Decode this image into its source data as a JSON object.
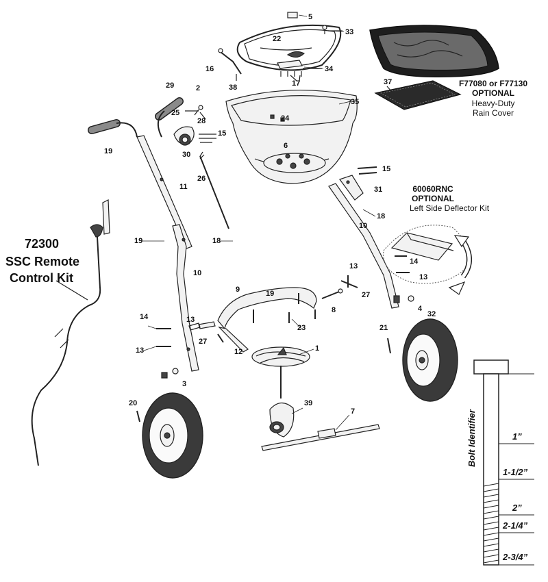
{
  "part_numbers": {
    "p2": "2",
    "p3": "3",
    "p4": "4",
    "p5": "5",
    "p6": "6",
    "p7": "7",
    "p8": "8",
    "p9": "9",
    "p10a": "10",
    "p10b": "10",
    "p11": "11",
    "p12": "12",
    "p13a": "13",
    "p13b": "13",
    "p13c": "13",
    "p13d": "13",
    "p14a": "14",
    "p14b": "14",
    "p15a": "15",
    "p15b": "15",
    "p16": "16",
    "p17": "17",
    "p18a": "18",
    "p18b": "18",
    "p19a": "19",
    "p19b": "19",
    "p19c": "19",
    "p20": "20",
    "p21": "21",
    "p22": "22",
    "p23": "23",
    "p24": "24",
    "p25": "25",
    "p26": "26",
    "p27a": "27",
    "p27b": "27",
    "p28": "28",
    "p29": "29",
    "p30": "30",
    "p31": "31",
    "p32": "32",
    "p33": "33",
    "p34": "34",
    "p35": "35",
    "p37": "37",
    "p38": "38",
    "p39": "39",
    "p1": "1"
  },
  "remote_kit": {
    "number": "72300",
    "line1": "SSC Remote",
    "line2": "Control Kit"
  },
  "rain_cover": {
    "model": "F77080 or F77130",
    "status": "OPTIONAL",
    "line1": "Heavy-Duty",
    "line2": "Rain Cover"
  },
  "deflector_kit": {
    "model": "60060RNC",
    "status": "OPTIONAL",
    "description": "Left Side Deflector Kit"
  },
  "bolt_identifier": {
    "title": "Bolt Identifier",
    "lengths": [
      "1”",
      "1-1/2”",
      "2”",
      "2-1/4”",
      "2-3/4”"
    ]
  }
}
